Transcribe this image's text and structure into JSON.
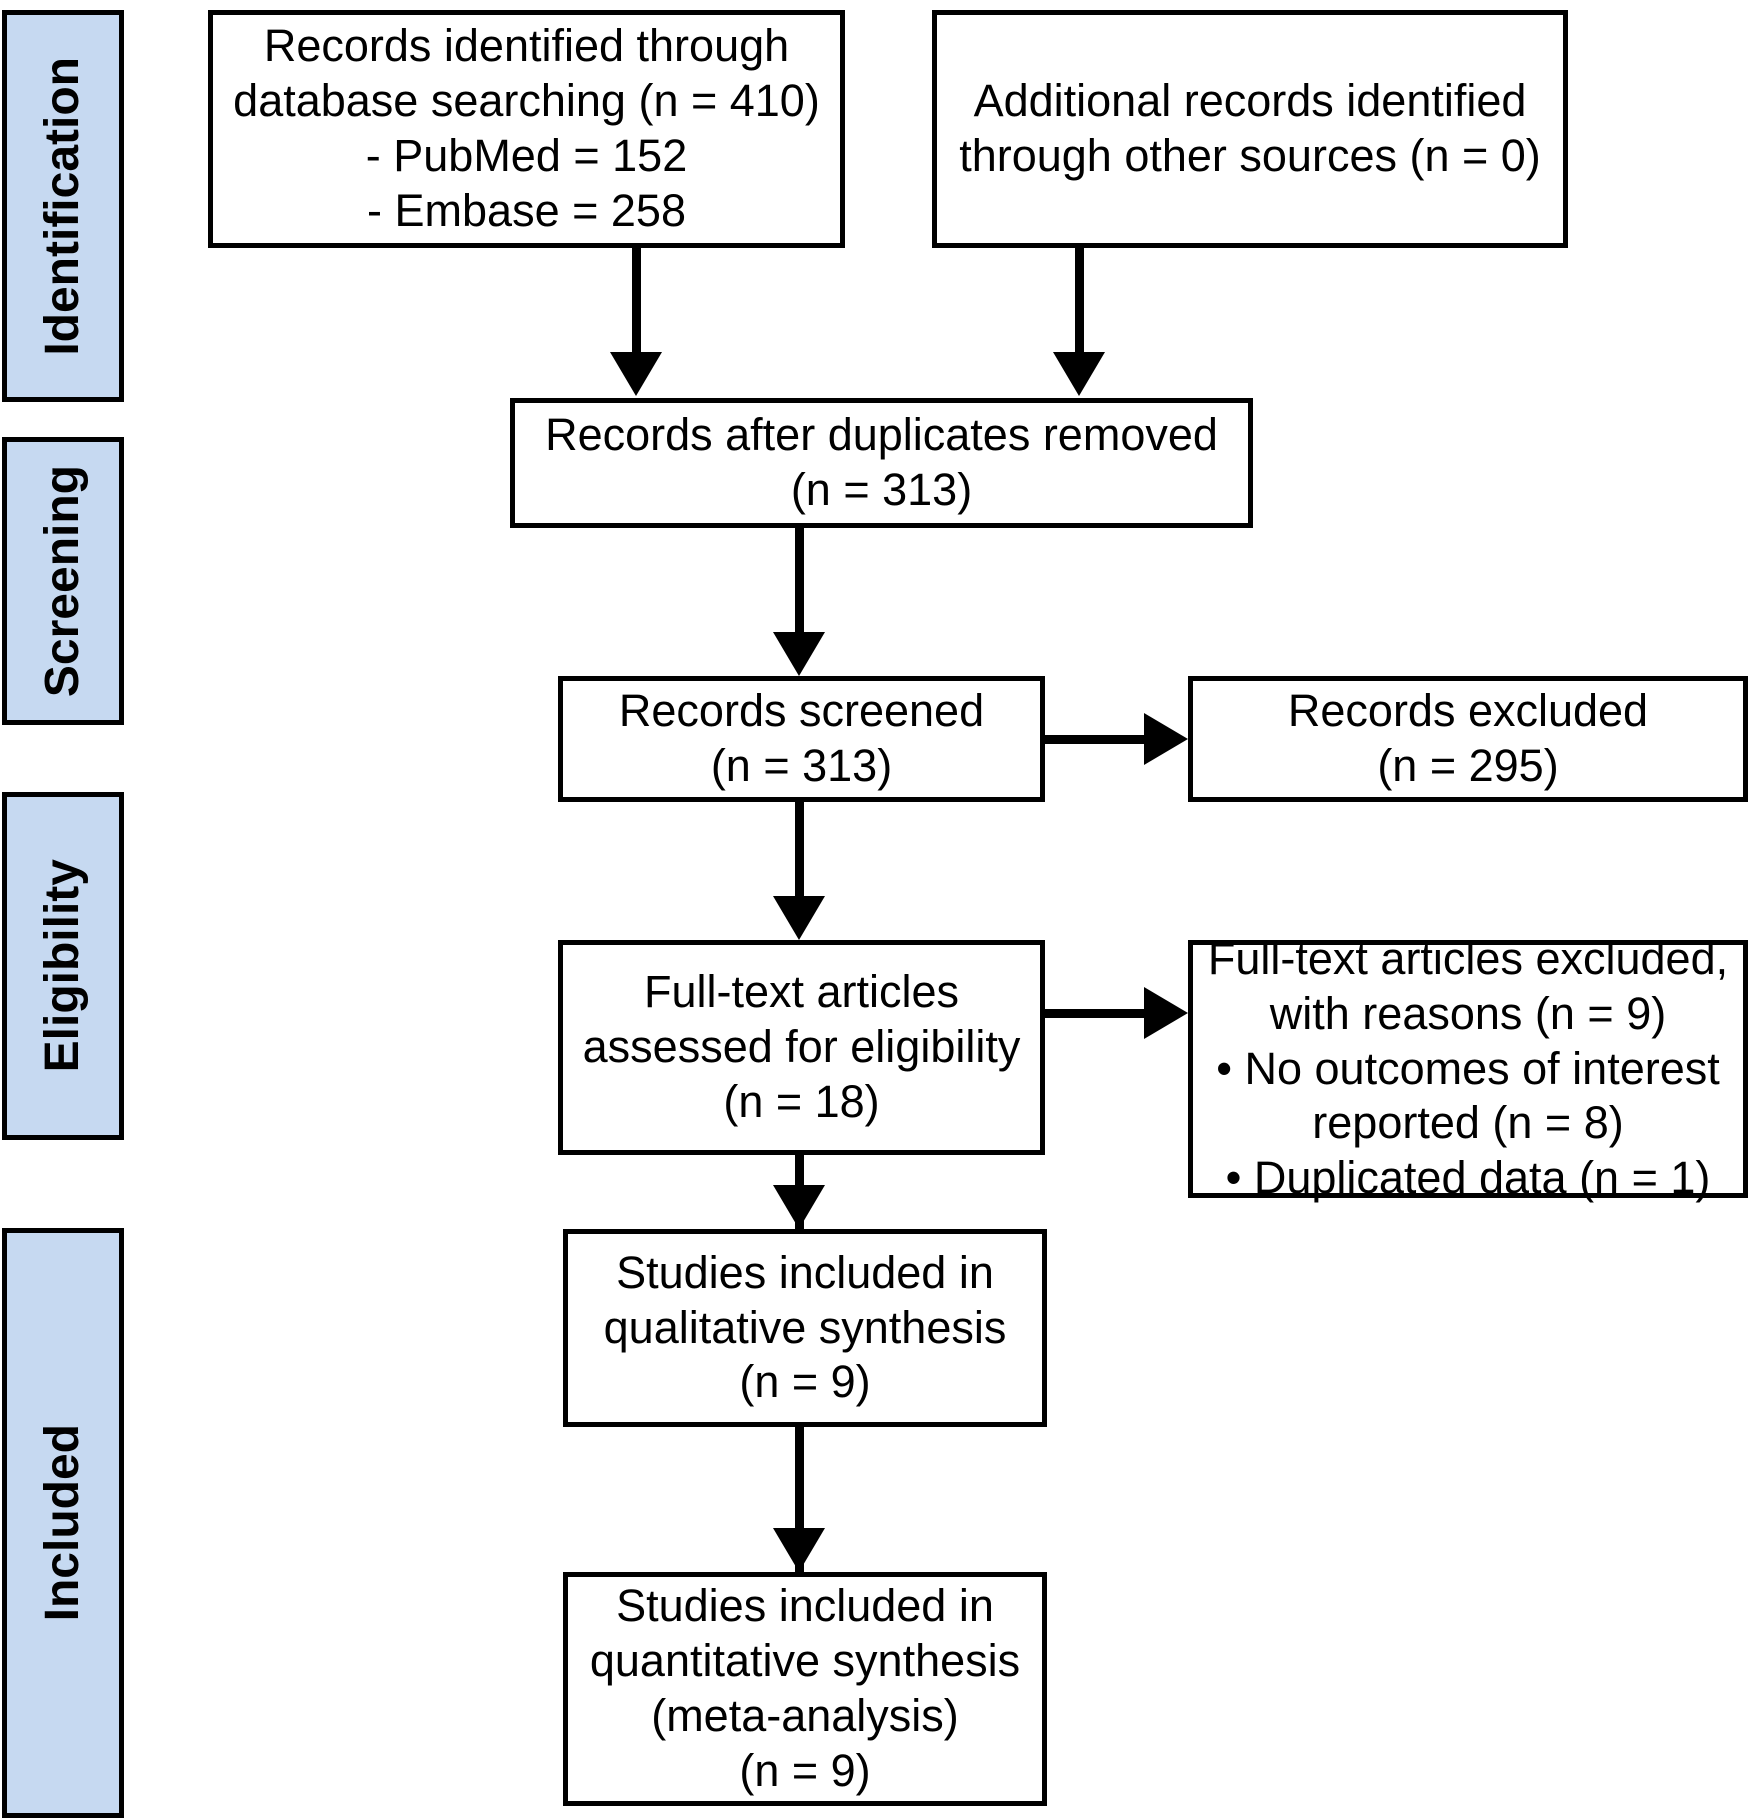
{
  "diagram": {
    "title": "PRISMA flow diagram",
    "accent_color": "#c6d9f1",
    "line_color": "#000000",
    "box_fill": "#ffffff"
  },
  "phases": [
    {
      "id": "identification",
      "label": "Identification"
    },
    {
      "id": "screening",
      "label": "Screening"
    },
    {
      "id": "eligibility",
      "label": "Eligibility"
    },
    {
      "id": "included",
      "label": "Included"
    }
  ],
  "boxes": {
    "database_records": {
      "text": "Records identified through\ndatabase searching (n = 410)\n- PubMed = 152\n- Embase = 258"
    },
    "other_records": {
      "text": "Additional records identified\nthrough other sources (n = 0)"
    },
    "after_duplicates": {
      "text": "Records after duplicates removed\n(n = 313)"
    },
    "records_screened": {
      "text": "Records screened\n(n = 313)"
    },
    "records_excluded": {
      "text": "Records excluded\n(n = 295)"
    },
    "fulltext_assessed": {
      "text": "Full-text articles\nassessed for eligibility\n(n = 18)"
    },
    "fulltext_excluded": {
      "text": "Full-text articles excluded,\nwith reasons (n = 9)\n• No outcomes of interest\nreported (n = 8)\n• Duplicated data (n = 1)"
    },
    "qualitative_synthesis": {
      "text": "Studies included in\nqualitative synthesis\n(n = 9)"
    },
    "quantitative_synthesis": {
      "text": "Studies included in\nquantitative synthesis\n(meta-analysis)\n(n = 9)"
    }
  },
  "counts": {
    "database_total": 410,
    "pubmed": 152,
    "embase": 258,
    "other_sources": 0,
    "after_duplicates": 313,
    "screened": 313,
    "excluded_screening": 295,
    "fulltext_assessed": 18,
    "fulltext_excluded": 9,
    "no_outcomes_reported": 8,
    "duplicated_data": 1,
    "qualitative": 9,
    "quantitative": 9
  }
}
